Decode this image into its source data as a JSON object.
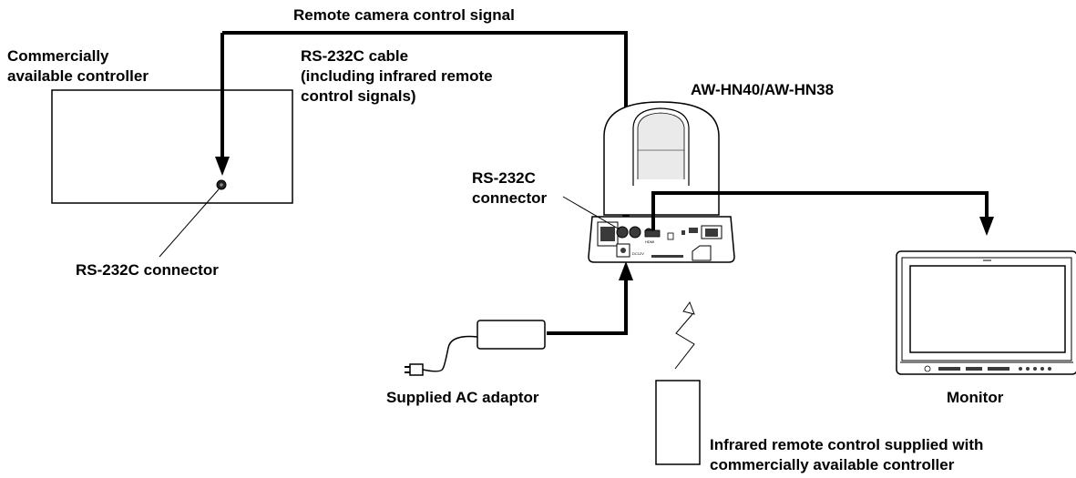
{
  "labels": {
    "remote_signal": "Remote camera control signal",
    "controller_line1": "Commercially",
    "controller_line2": "available controller",
    "rs232c_cable_line1": "RS-232C cable",
    "rs232c_cable_line2": "(including infrared remote",
    "rs232c_cable_line3": "control signals)",
    "camera_model": "AW-HN40/AW-HN38",
    "camera_connector_line1": "RS-232C",
    "camera_connector_line2": "connector",
    "controller_connector": "RS-232C connector",
    "ac_adaptor": "Supplied AC adaptor",
    "monitor": "Monitor",
    "ir_remote_line1": "Infrared remote control supplied with",
    "ir_remote_line2": "commercially available controller"
  },
  "device_markings": {
    "hdmi": "HDMI",
    "dc_in": "DC12V"
  },
  "colors": {
    "line": "#000000",
    "device_fill": "#ffffff",
    "device_shade": "#d9d9d9",
    "panel_dark": "#3a3a3a"
  }
}
